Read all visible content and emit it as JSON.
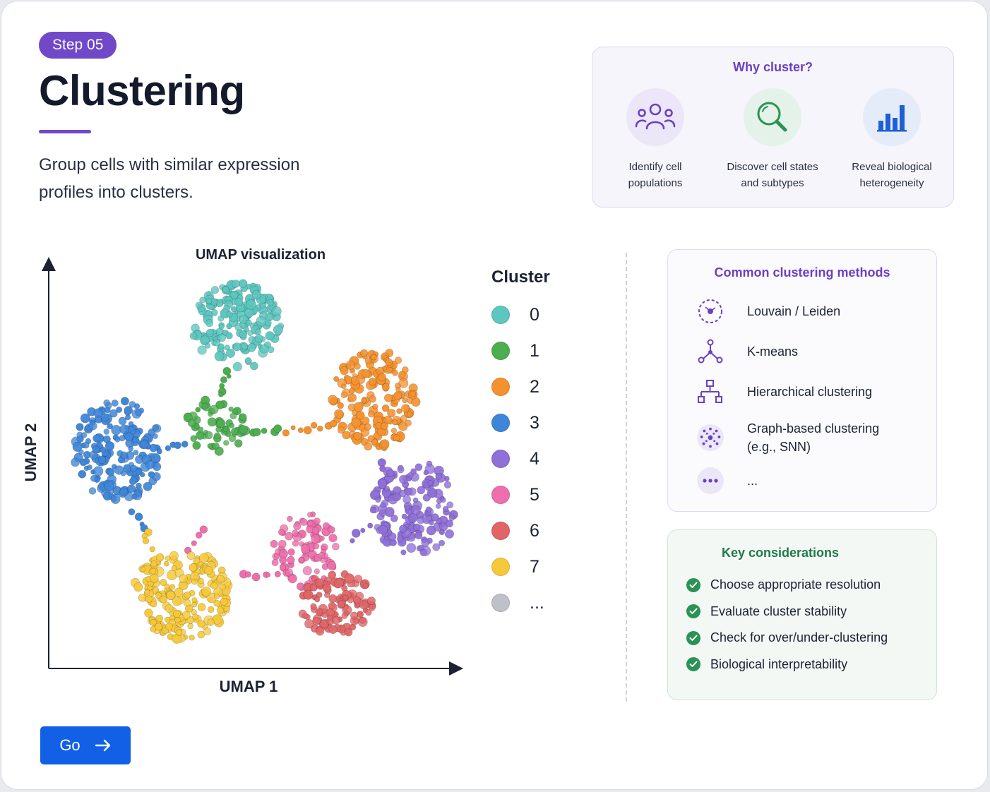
{
  "header": {
    "step_badge": "Step 05",
    "title": "Clustering",
    "subtitle": "Group cells with similar expression profiles into clusters."
  },
  "why_cluster": {
    "title": "Why cluster?",
    "items": [
      {
        "icon": "people-icon",
        "label_line1": "Identify cell",
        "label_line2": "populations",
        "color": "#6a41c2",
        "bg": "#ece7f8"
      },
      {
        "icon": "magnifier-icon",
        "label_line1": "Discover cell states",
        "label_line2": "and subtypes",
        "color": "#2a9255",
        "bg": "#e4f2e9"
      },
      {
        "icon": "bar-chart-icon",
        "label_line1": "Reveal biological",
        "label_line2": "heterogeneity",
        "color": "#1f5fd6",
        "bg": "#e4ecfa"
      }
    ]
  },
  "plot": {
    "title": "UMAP visualization",
    "xlabel": "UMAP 1",
    "ylabel": "UMAP 2"
  },
  "legend": {
    "title": "Cluster",
    "items": [
      {
        "label": "0",
        "color": "#5cc6bf"
      },
      {
        "label": "1",
        "color": "#4cae4f"
      },
      {
        "label": "2",
        "color": "#f5922f"
      },
      {
        "label": "3",
        "color": "#3f86d8"
      },
      {
        "label": "4",
        "color": "#8f6fd8"
      },
      {
        "label": "5",
        "color": "#ee6fab"
      },
      {
        "label": "6",
        "color": "#e06567"
      },
      {
        "label": "7",
        "color": "#f6c93b"
      },
      {
        "label": "...",
        "color": "#bfc1c8"
      }
    ]
  },
  "methods": {
    "title": "Common clustering methods",
    "items": [
      {
        "icon": "louvain-icon",
        "line1": "Louvain / Leiden",
        "line2": ""
      },
      {
        "icon": "kmeans-icon",
        "line1": "K-means",
        "line2": ""
      },
      {
        "icon": "hierarchy-icon",
        "line1": "Hierarchical clustering",
        "line2": ""
      },
      {
        "icon": "graph-icon",
        "line1": "Graph-based clustering",
        "line2": "(e.g., SNN)"
      },
      {
        "icon": "more-icon",
        "line1": "...",
        "line2": ""
      }
    ]
  },
  "considerations": {
    "title": "Key considerations",
    "items": [
      "Choose appropriate resolution",
      "Evaluate cluster stability",
      "Check for over/under-clustering",
      "Biological interpretability"
    ]
  },
  "action": {
    "go_label": "Go"
  },
  "colors": {
    "accent": "#7048c8",
    "primary_button": "#1260e6",
    "success": "#2a9255"
  }
}
